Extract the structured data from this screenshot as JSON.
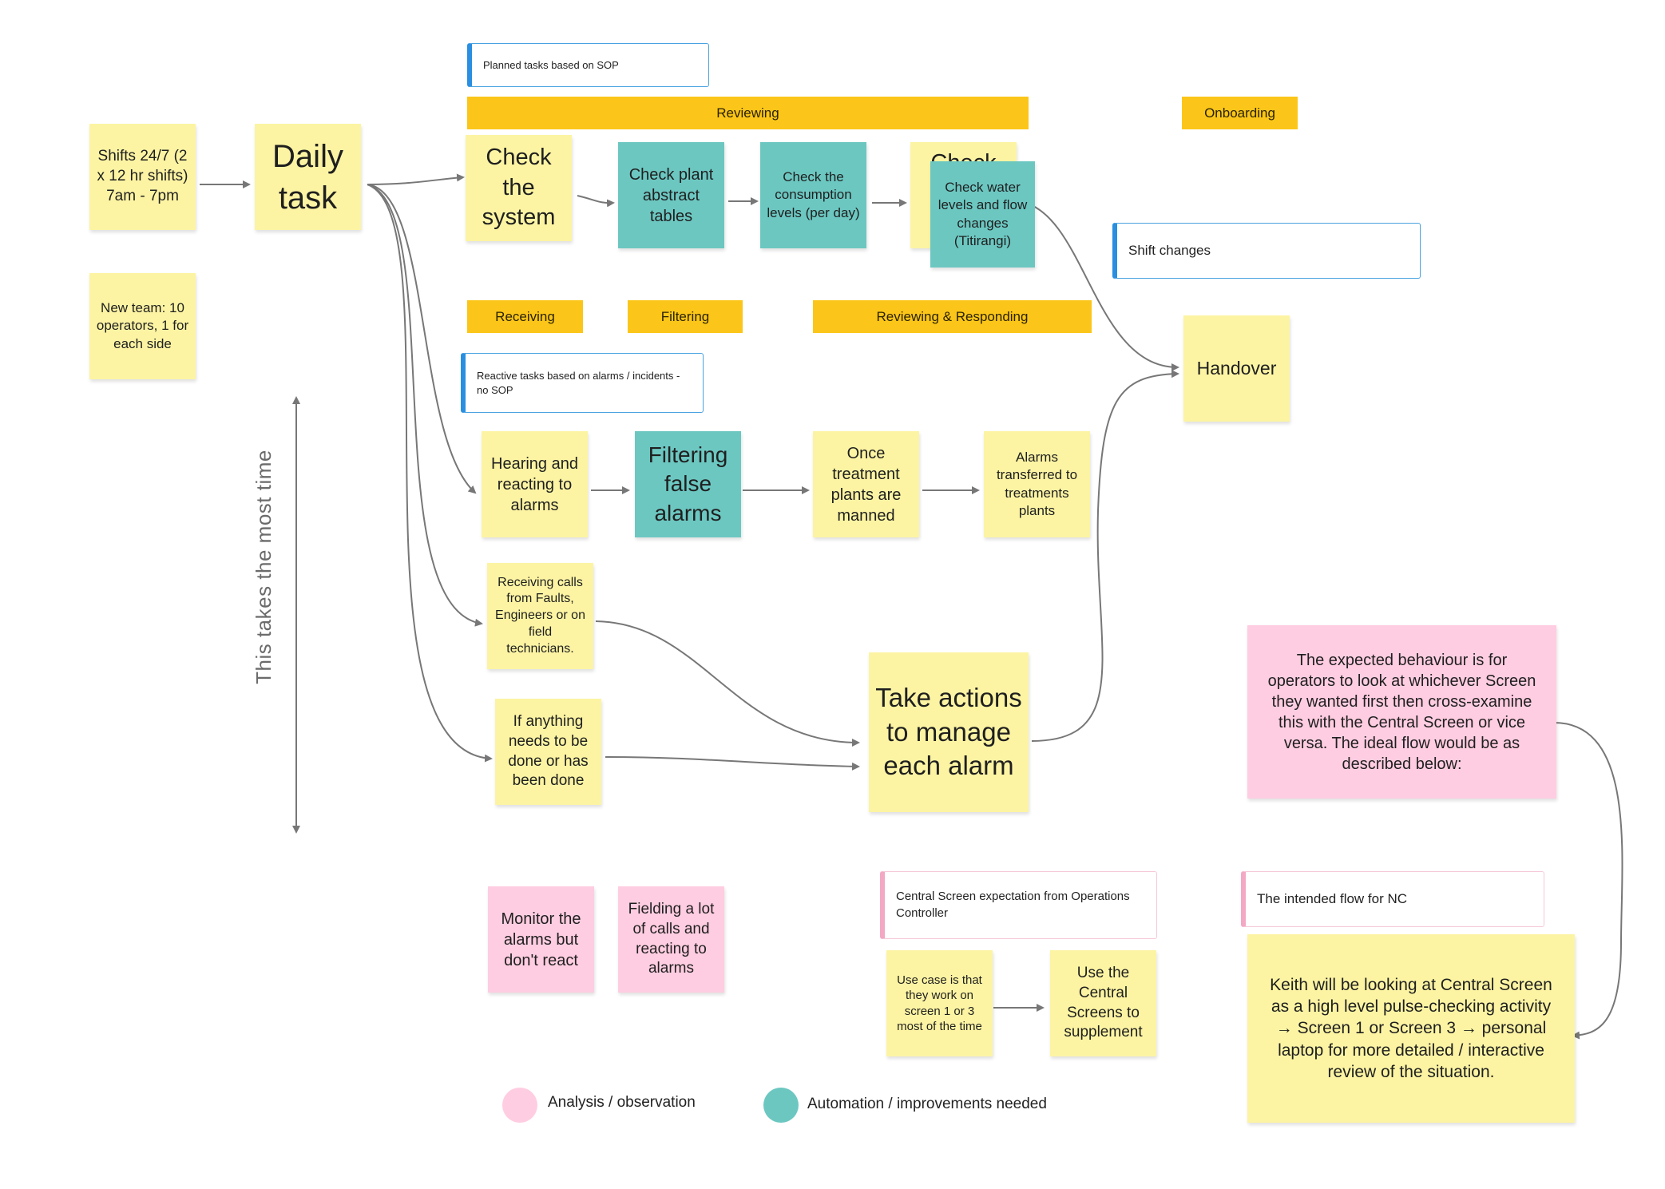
{
  "colors": {
    "sticky_yellow": "#fcf4a3",
    "sticky_teal": "#6cc7c1",
    "sticky_pink": "#ffcde1",
    "header_bar": "#fbc619",
    "note_border_blue": "#2a8fe0",
    "note_border_pink": "#f3a8c3",
    "connector": "#777777"
  },
  "headers": {
    "reviewing": "Reviewing",
    "onboarding": "Onboarding",
    "receiving": "Receiving",
    "filtering": "Filtering",
    "reviewing_responding": "Reviewing & Responding"
  },
  "notes": {
    "planned": "Planned tasks based on SOP",
    "shift_changes": "Shift changes",
    "reactive": "Reactive tasks based on alarms / incidents - no SOP",
    "central_expectation": "Central Screen expectation from Operations Controller",
    "intended_flow": "The intended flow for NC"
  },
  "stickies": {
    "shifts": "Shifts 24/7 (2 x 12 hr shifts) 7am - 7pm",
    "new_team": "New team: 10 operators, 1 for each side",
    "daily_task": "Daily task",
    "check_system": "Check the system",
    "check_plant": "Check plant abstract tables",
    "check_consumption": "Check the consumption levels (per day)",
    "check_hidden": "Check",
    "check_water": "Check water levels and flow changes (Titirangi)",
    "handover": "Handover",
    "hearing": "Hearing and reacting to alarms",
    "filtering_false": "Filtering false alarms",
    "once_treatment": "Once treatment plants are manned",
    "alarms_transferred": "Alarms transferred to treatments plants",
    "receiving_calls": "Receiving calls from Faults, Engineers or on field technicians.",
    "if_anything": "If anything needs to be done or has been done",
    "take_actions": "Take actions to manage each alarm",
    "expected_behaviour": "The expected behaviour is for operators to look at whichever Screen they wanted first then cross-examine this with the Central Screen or vice versa. The ideal flow would be as described below:",
    "monitor_alarms": "Monitor the alarms but don't react",
    "fielding_calls": "Fielding a lot of calls and reacting to alarms",
    "use_case": "Use case  is that they work on  screen 1 or 3 most of the time",
    "use_central": "Use the Central Screens to supplement",
    "keith": "Keith will be looking at Central Screen as a high level pulse-checking activity → Screen 1 or Screen 3 → personal laptop for more detailed / interactive review of the situation."
  },
  "vertical_label": "This takes the most time",
  "legend": [
    {
      "label": "Analysis / observation",
      "color": "#ffcde1"
    },
    {
      "label": "Automation / improvements needed",
      "color": "#6cc7c1"
    }
  ]
}
